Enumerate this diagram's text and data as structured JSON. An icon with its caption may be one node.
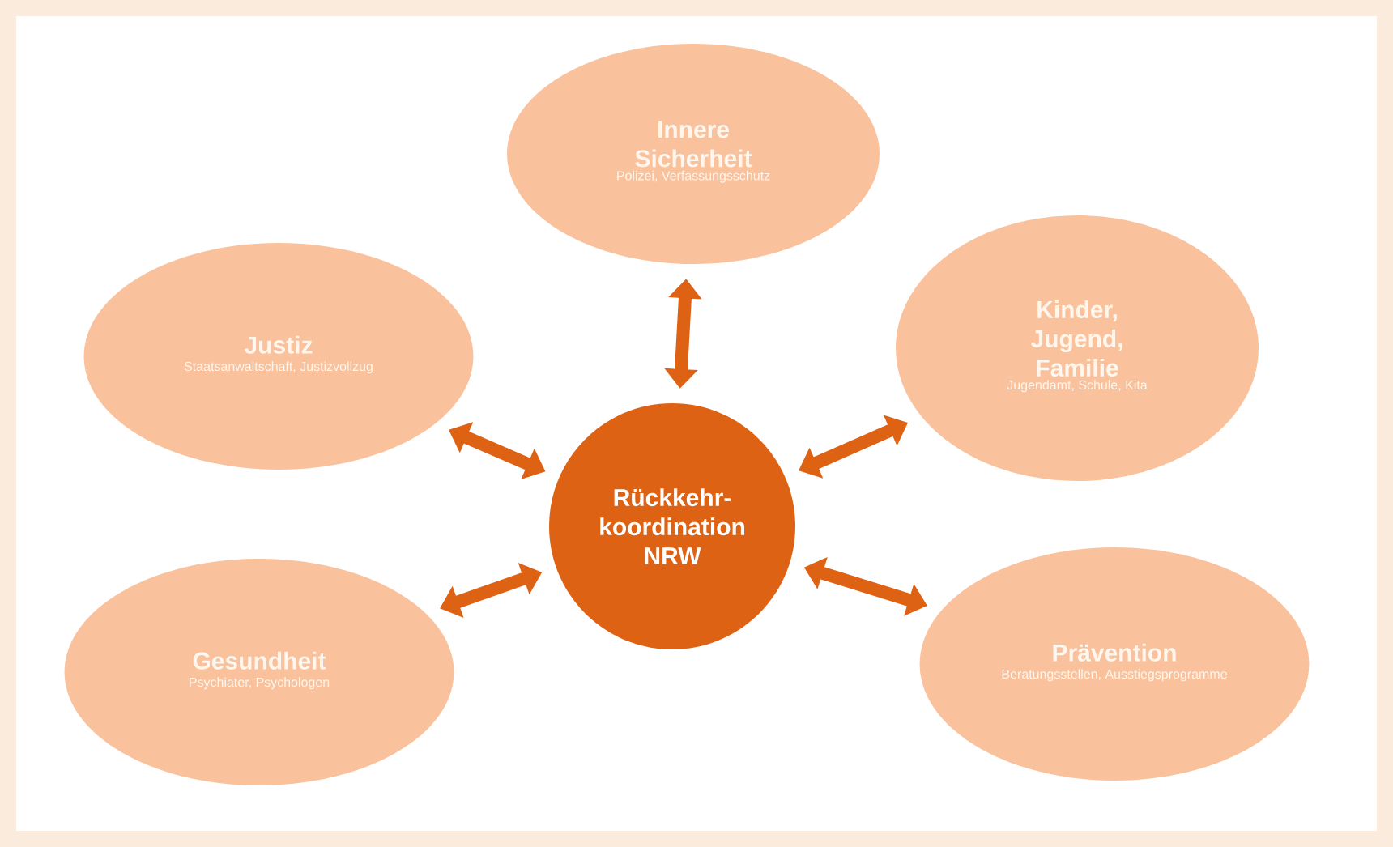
{
  "diagram": {
    "nodes": [
      {
        "text": [
          "Innere Sicherheit",
          "Polizei, Verfassungsschutz"
        ]
      },
      {
        "text": [
          "Justiz",
          "Staatsanwaltschaft, Justizvollzug"
        ]
      },
      {
        "text": [
          "Kinder, Jugend, Familie",
          "Jugendamt, Schule, Kita"
        ]
      },
      {
        "text": [
          "Rückkehr-koordination NRW"
        ]
      },
      {
        "text": [
          "Gesundheit",
          "Psychiater, Psychologen"
        ]
      },
      {
        "text": [
          "Prävention",
          "Beratungsstellen, Ausstiegsprogramme"
        ]
      }
    ],
    "edges": [
      {
        "from": 3,
        "to": 0,
        "arrow": "both"
      },
      {
        "from": 3,
        "to": 1,
        "arrow": "both"
      },
      {
        "from": 3,
        "to": 2,
        "arrow": "both"
      },
      {
        "from": 3,
        "to": 4,
        "arrow": "both"
      },
      {
        "from": 3,
        "to": 5,
        "arrow": "both"
      }
    ]
  }
}
